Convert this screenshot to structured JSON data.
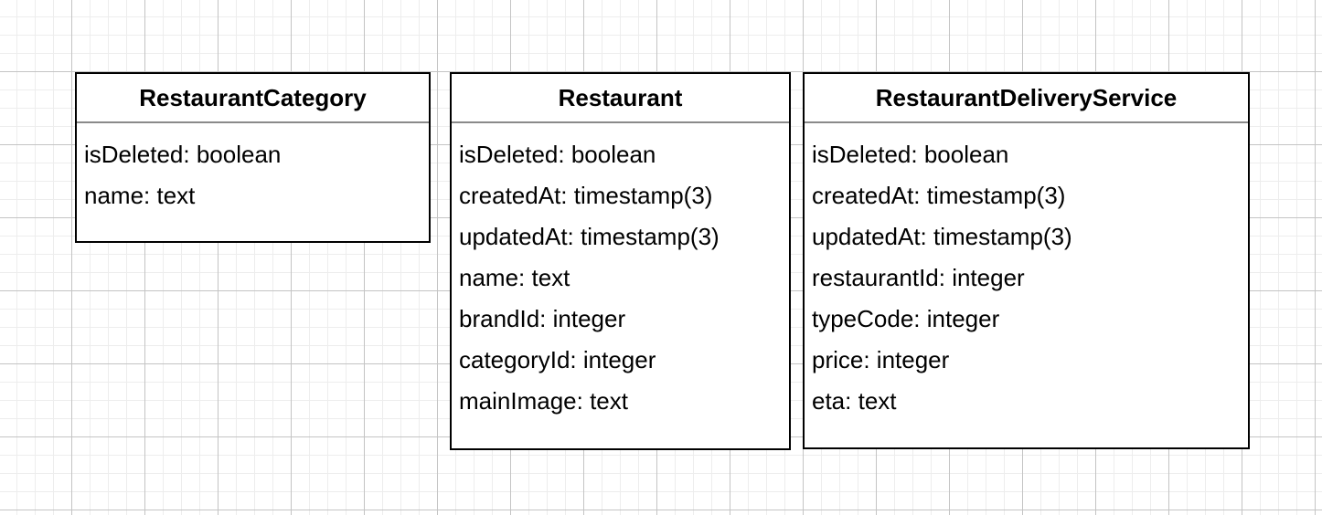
{
  "diagram": {
    "type": "entity-relationship",
    "colors": {
      "canvas_background": "#ffffff",
      "grid_minor": "#ededed",
      "grid_major": "#c4c4c4",
      "entity_border": "#000000",
      "header_divider": "#8a8a8a",
      "text": "#000000"
    },
    "entities": [
      {
        "title": "RestaurantCategory",
        "fields": [
          "isDeleted: boolean",
          "name: text"
        ]
      },
      {
        "title": "Restaurant",
        "fields": [
          "isDeleted: boolean",
          "createdAt: timestamp(3)",
          "updatedAt: timestamp(3)",
          "name: text",
          "brandId: integer",
          "categoryId: integer",
          "mainImage: text"
        ]
      },
      {
        "title": "RestaurantDeliveryService",
        "fields": [
          "isDeleted: boolean",
          "createdAt: timestamp(3)",
          "updatedAt: timestamp(3)",
          "restaurantId: integer",
          "typeCode: integer",
          "price: integer",
          "eta: text"
        ]
      }
    ]
  }
}
